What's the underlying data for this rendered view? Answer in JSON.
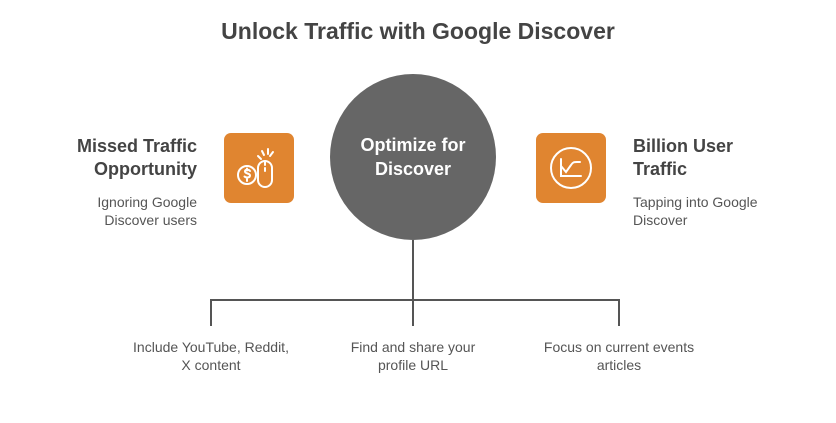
{
  "title": "Unlock Traffic with Google Discover",
  "center": {
    "line1": "Optimize for",
    "line2": "Discover"
  },
  "left": {
    "heading1": "Missed Traffic",
    "heading2": "Opportunity",
    "desc1": "Ignoring Google",
    "desc2": "Discover users",
    "icon": "dollar-mouse-icon"
  },
  "right": {
    "heading1": "Billion User",
    "heading2": "Traffic",
    "desc1": "Tapping into Google",
    "desc2": "Discover",
    "icon": "chart-circle-icon"
  },
  "branches": [
    {
      "line1": "Include YouTube, Reddit,",
      "line2": "X content"
    },
    {
      "line1": "Find and share your",
      "line2": "profile URL"
    },
    {
      "line1": "Focus on current events",
      "line2": "articles"
    }
  ],
  "colors": {
    "accent": "#e08530",
    "center": "#666666"
  }
}
